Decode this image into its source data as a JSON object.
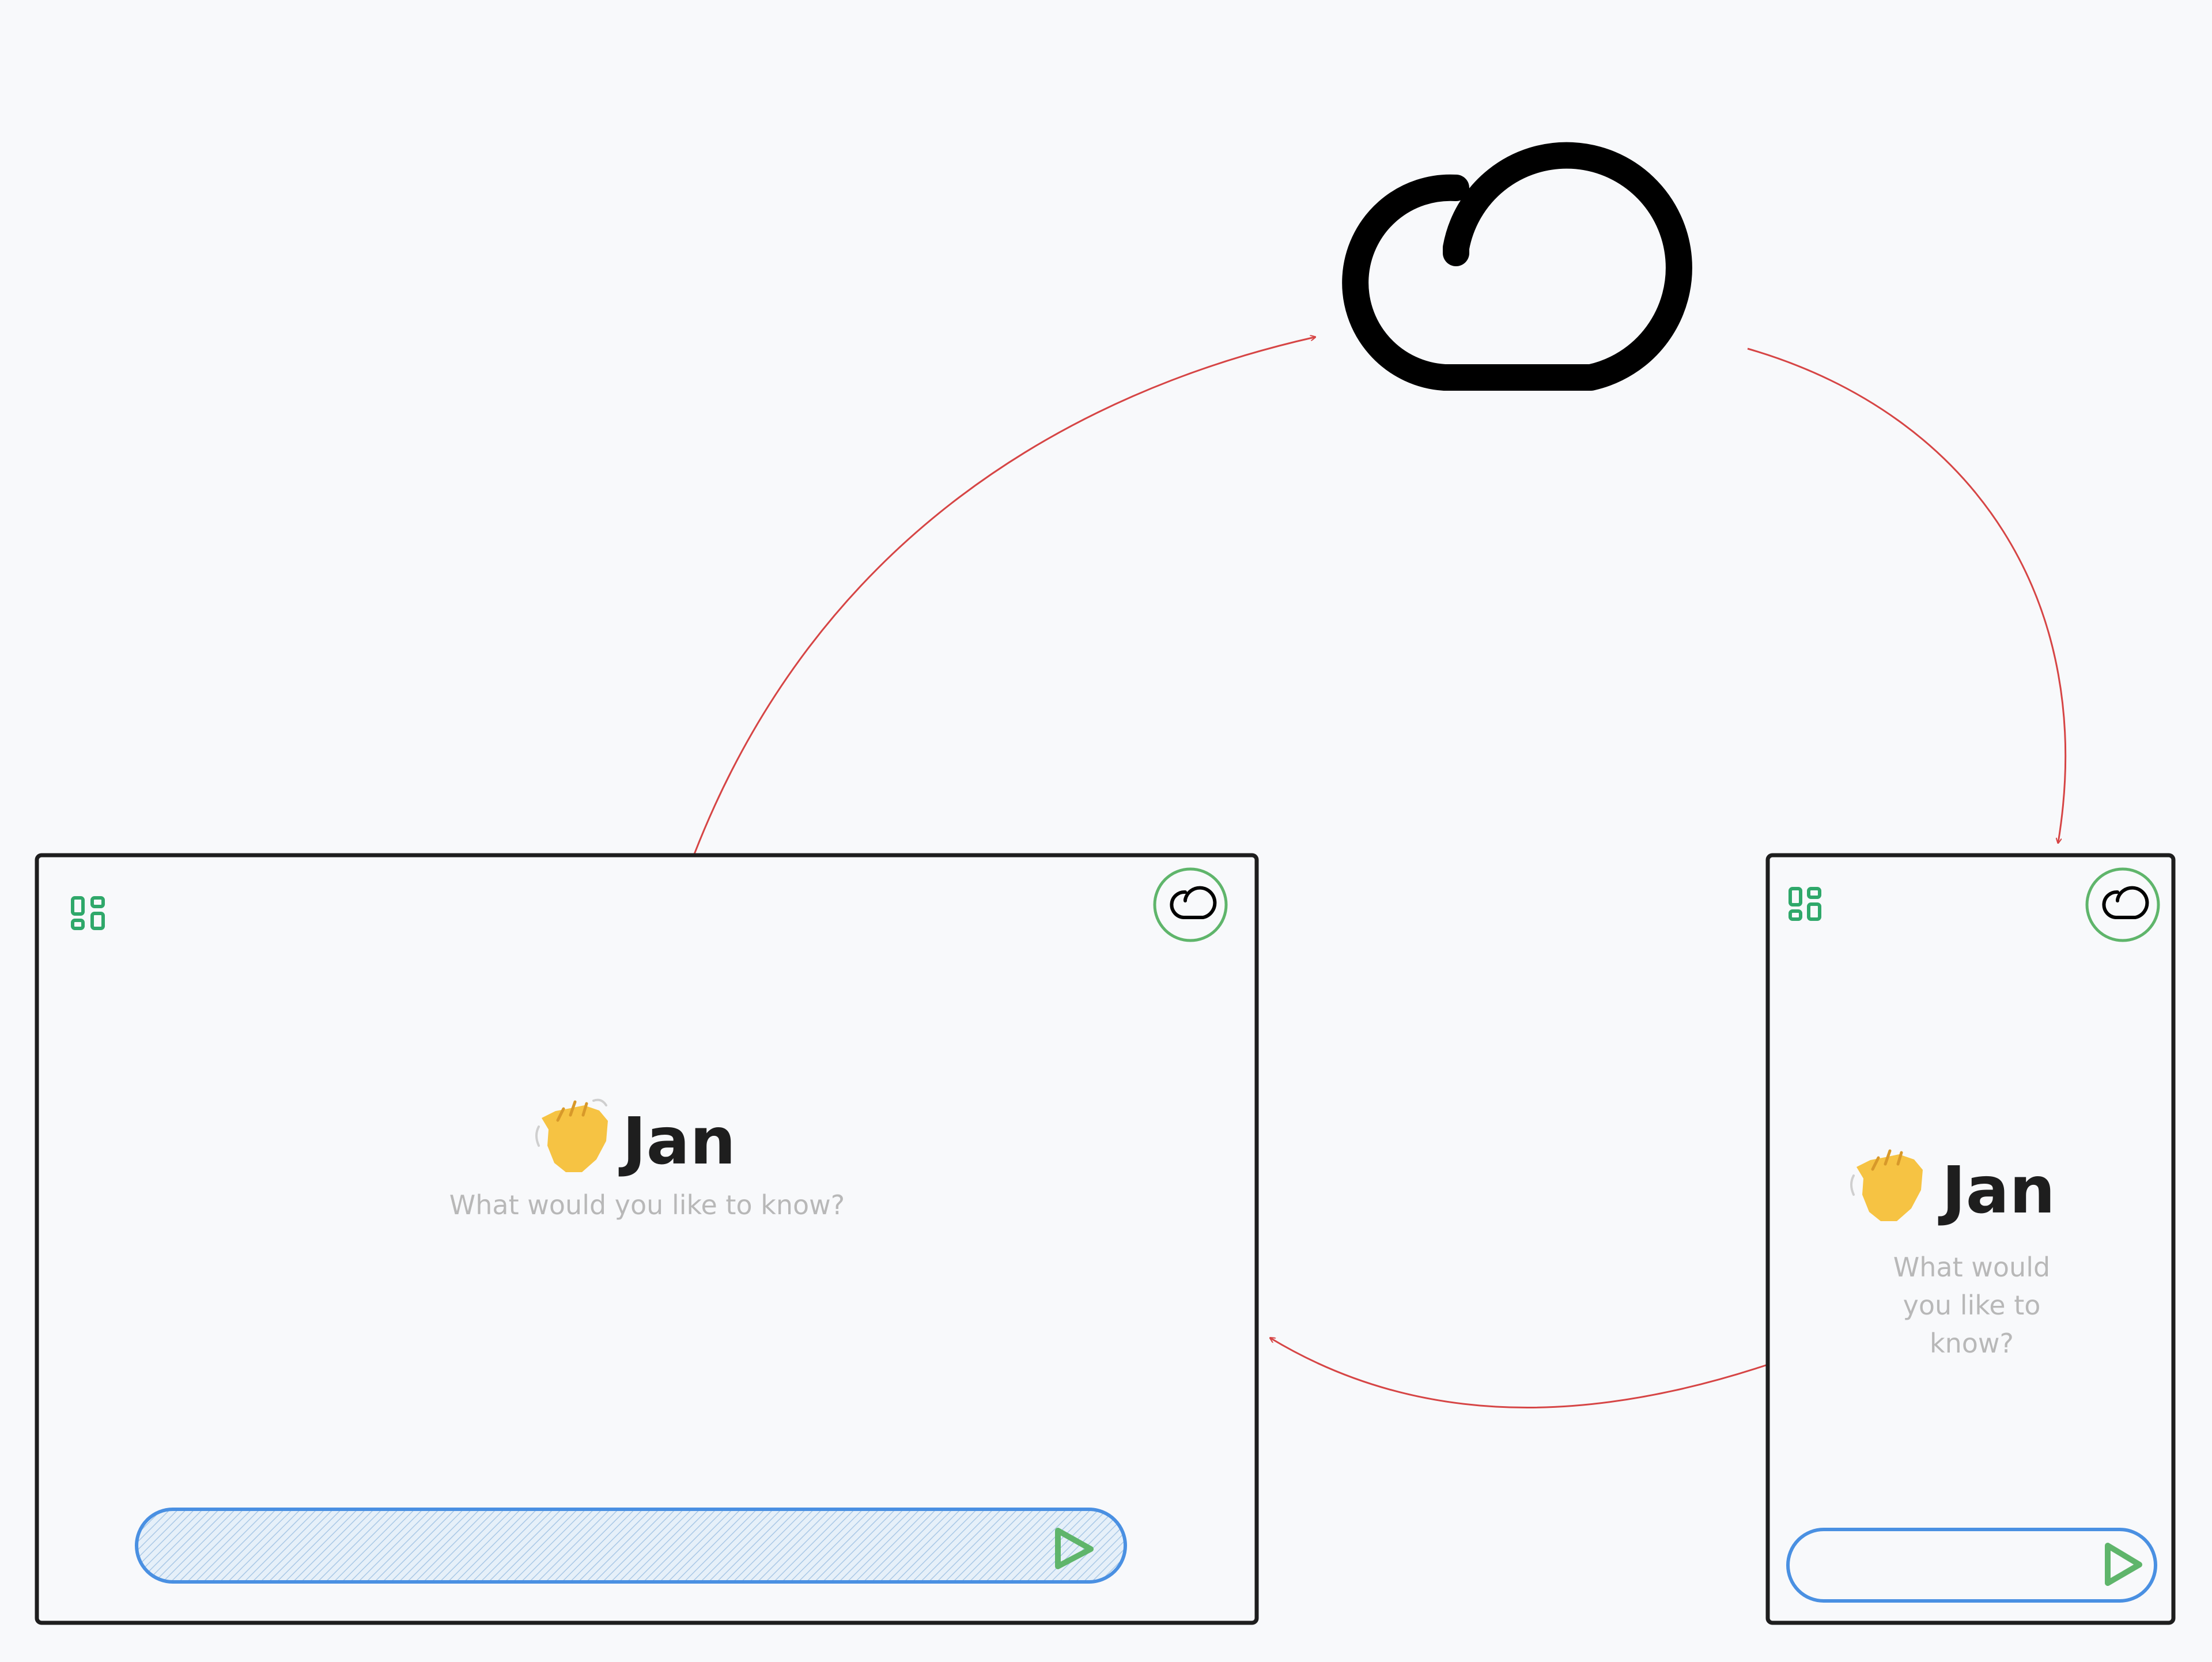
{
  "desktop": {
    "title": "Jan",
    "subtitle": "What would you like to know?"
  },
  "mobile": {
    "title": "Jan",
    "subtitle_lines": [
      "What would",
      "you like to",
      "know?"
    ]
  },
  "colors": {
    "background": "#f8f9fb",
    "frame_stroke": "#1e1e1e",
    "arrow": "#d64545",
    "accent_green": "#2fa86a",
    "input_blue": "#4a90e2",
    "send_green": "#5fb56b",
    "subtitle_gray": "#b8b8b8"
  },
  "icons": {
    "cloud": "cloud-icon",
    "apps": "apps-grid-icon",
    "send": "send-icon",
    "wave": "waving-hand-icon"
  }
}
